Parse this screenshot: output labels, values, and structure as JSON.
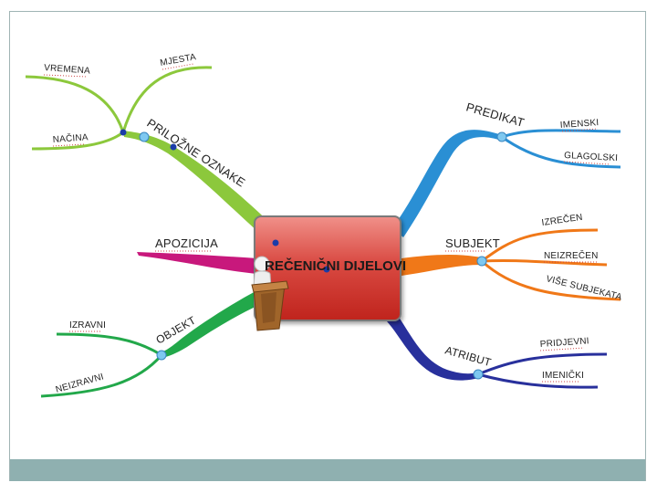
{
  "central": {
    "title": "REČENIČNI DIJELOVI"
  },
  "branches": {
    "prilozne": {
      "label": "PRILOŽNE OZNAKE",
      "children": [
        "VREMENA",
        "MJESTA",
        "NAČINA"
      ],
      "color": "#8cc83c"
    },
    "apozicija": {
      "label": "APOZICIJA",
      "color": "#c8187c"
    },
    "objekt": {
      "label": "OBJEKT",
      "children": [
        "IZRAVNI",
        "NEIZRAVNI"
      ],
      "color": "#22a84a"
    },
    "predikat": {
      "label": "PREDIKAT",
      "children": [
        "IMENSKI",
        "GLAGOLSKI"
      ],
      "color": "#2a8fd4"
    },
    "subjekt": {
      "label": "SUBJEKT",
      "children": [
        "IZREČEN",
        "NEIZREČEN",
        "VIŠE SUBJEKATA"
      ],
      "color": "#f07818"
    },
    "atribut": {
      "label": "ATRIBUT",
      "children": [
        "PRIDJEVNI",
        "IMENIČKI"
      ],
      "color": "#28309c"
    }
  }
}
